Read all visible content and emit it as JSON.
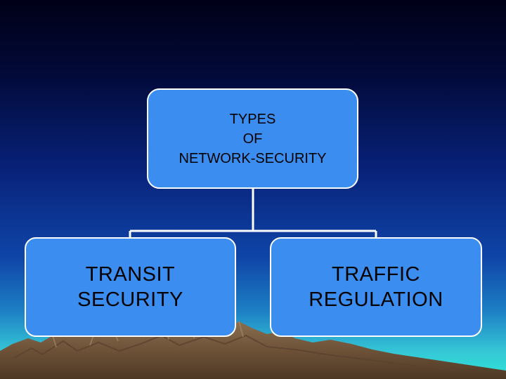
{
  "diagram": {
    "root": {
      "label": "TYPES\nOF\nNETWORK-SECURITY"
    },
    "children": [
      {
        "label": "TRANSIT\nSECURITY"
      },
      {
        "label": "TRAFFIC\nREGULATION"
      }
    ]
  },
  "colors": {
    "box_fill": "#3b8ef0",
    "box_border": "#ffffff",
    "connector": "#ffffff",
    "mountain": "#7a5f43",
    "sky_top": "#000016",
    "horizon": "#2ee6d8"
  }
}
